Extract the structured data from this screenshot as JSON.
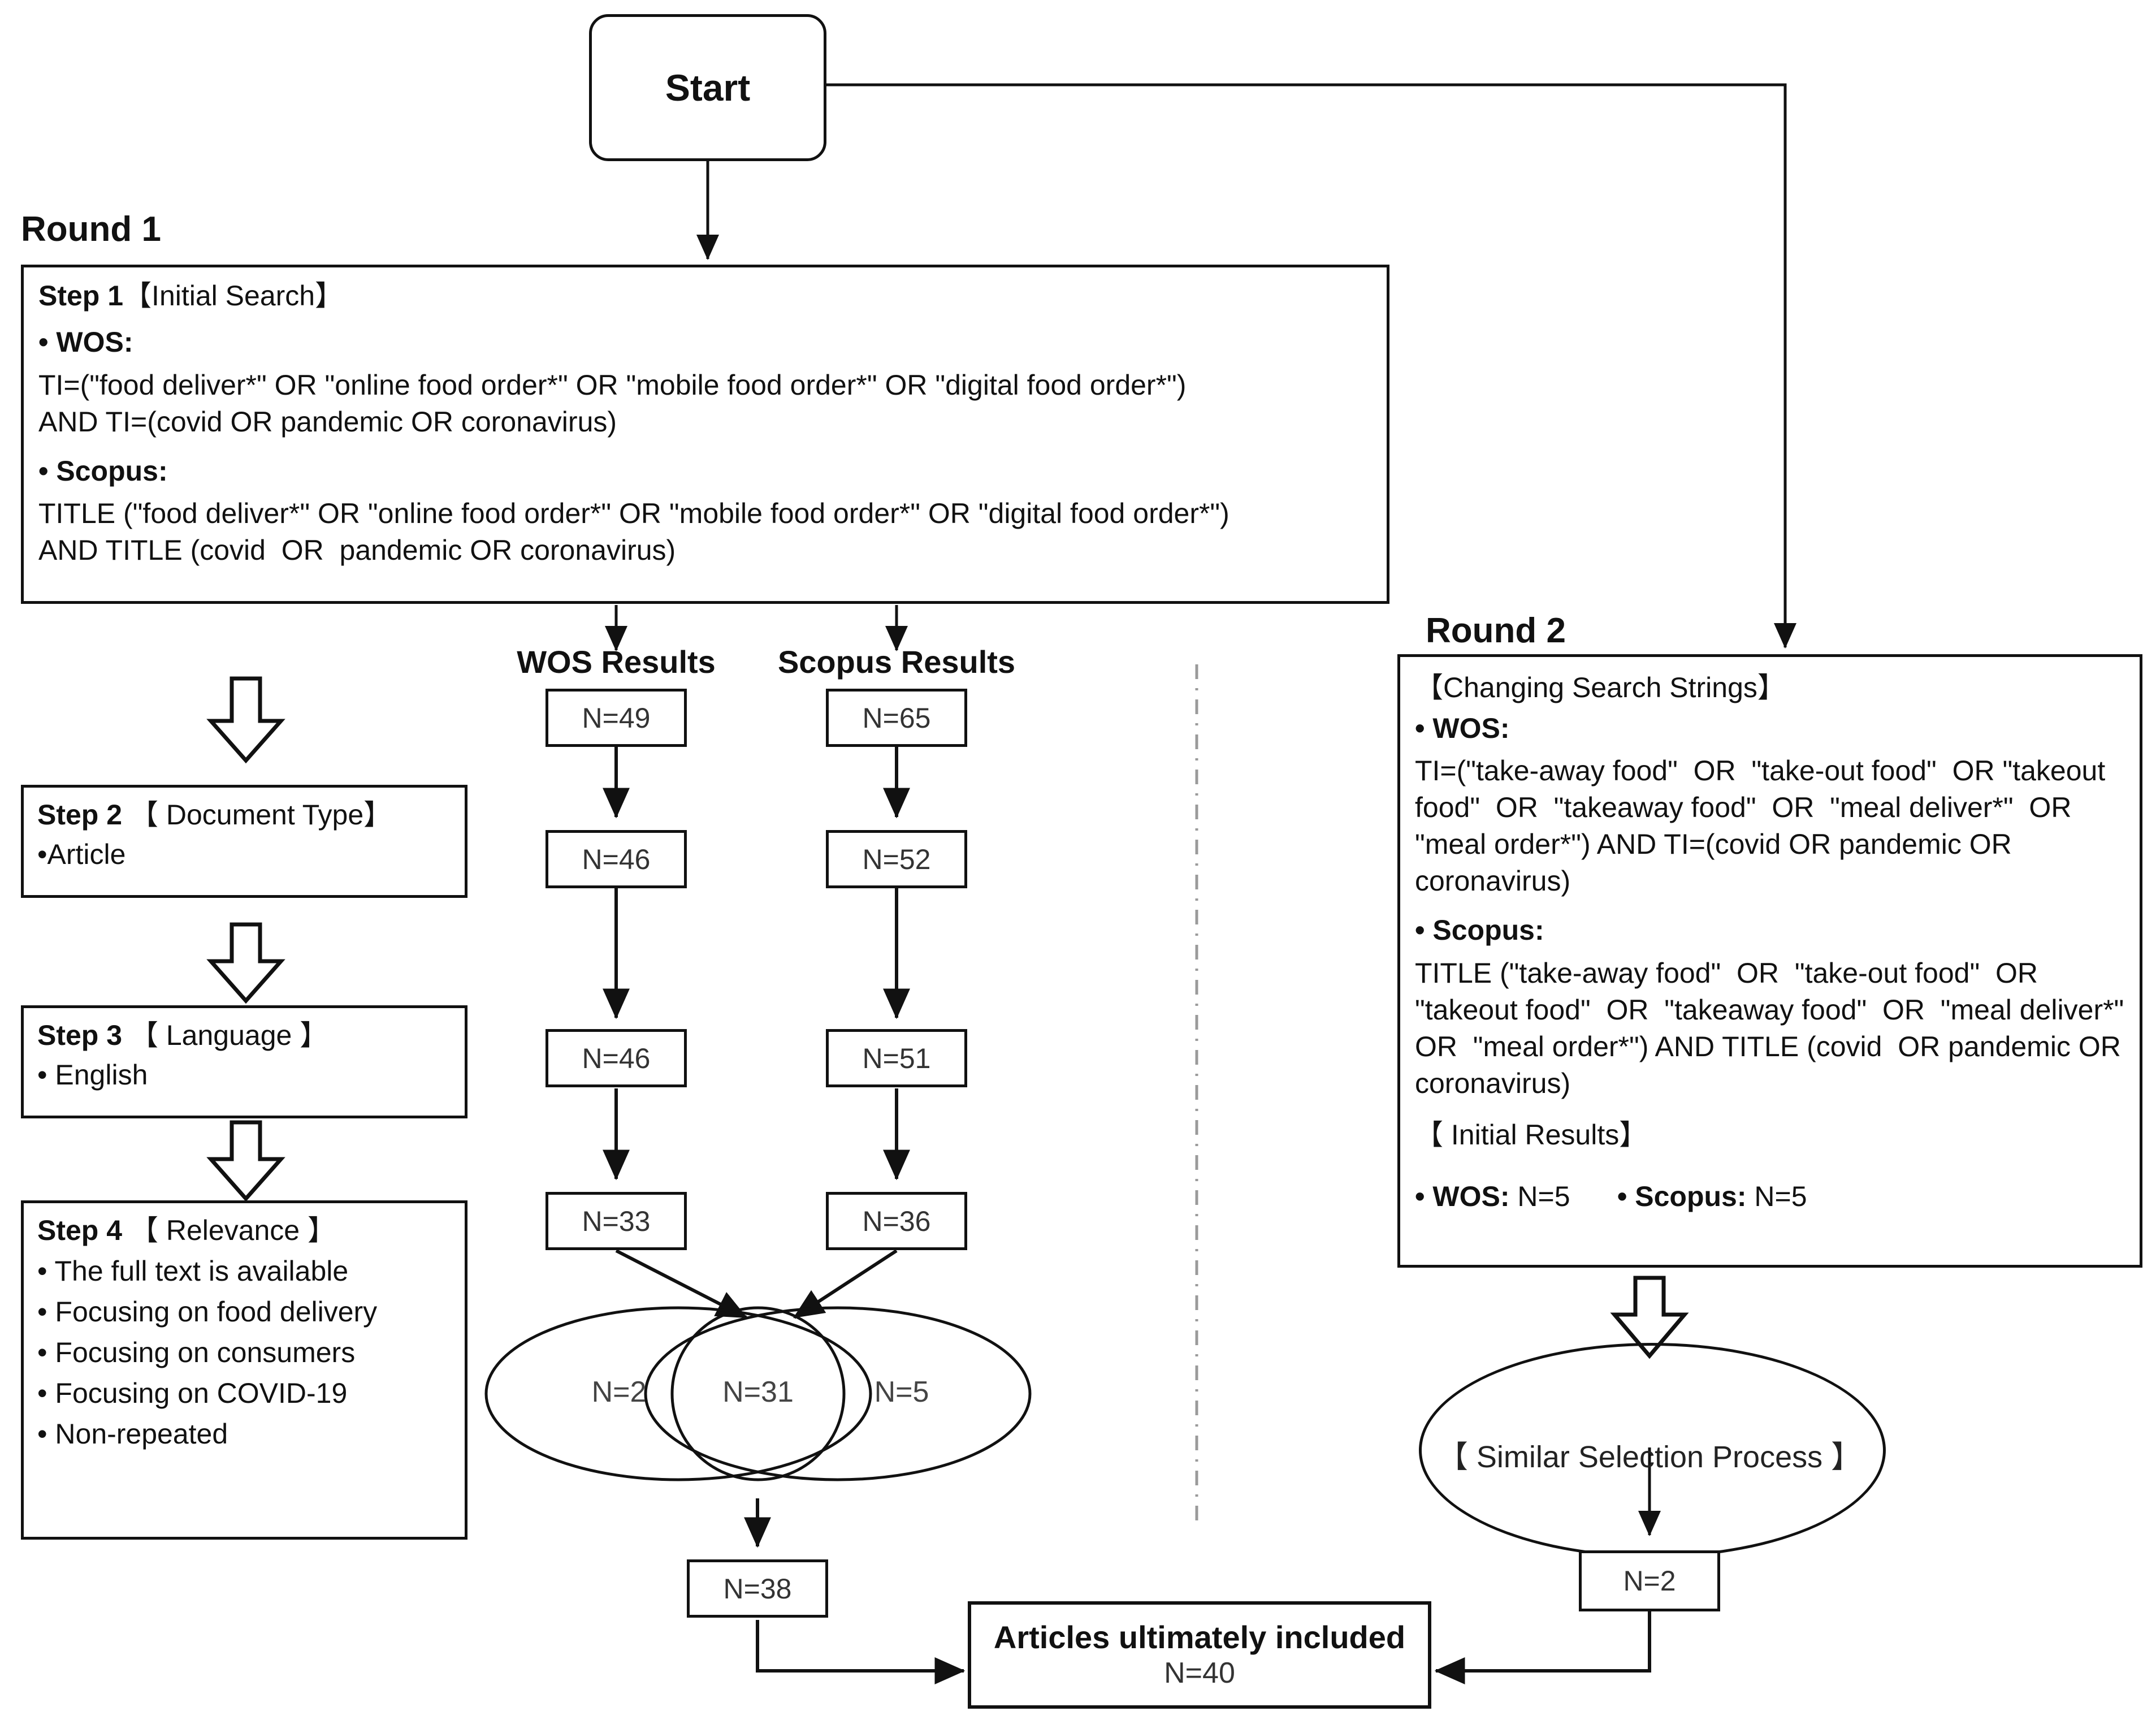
{
  "start": {
    "label": "Start"
  },
  "round1": {
    "label": "Round 1",
    "step1": {
      "title_bold": "Step 1",
      "title_rest": "【Initial Search】",
      "wos_head": "• WOS:",
      "wos_query": "TI=(\"food deliver*\" OR \"online food order*\" OR \"mobile food order*\" OR \"digital food order*\")\nAND TI=(covid OR pandemic OR coronavirus)",
      "scopus_head": "• Scopus:",
      "scopus_query": "TITLE (\"food deliver*\" OR \"online food order*\" OR \"mobile food order*\" OR \"digital food order*\")\nAND TITLE (covid  OR  pandemic OR coronavirus)"
    },
    "step2": {
      "title_bold": "Step 2",
      "title_rest": "【 Document Type】",
      "bullets": [
        "•Article"
      ]
    },
    "step3": {
      "title_bold": "Step 3",
      "title_rest": "【 Language 】",
      "bullets": [
        "• English"
      ]
    },
    "step4": {
      "title_bold": "Step 4",
      "title_rest": "【 Relevance 】",
      "bullets": [
        "• The full text is available",
        "• Focusing on food delivery",
        "• Focusing on consumers",
        "• Focusing on COVID-19",
        "• Non-repeated"
      ]
    }
  },
  "round2": {
    "label": "Round 2",
    "panel_title": "【Changing Search Strings】",
    "wos_head": "• WOS:",
    "wos_query": "TI=(\"take-away food\"  OR  \"take-out food\"  OR \"takeout food\"  OR  \"takeaway food\"  OR  \"meal deliver*\"  OR  \"meal order*\") AND TI=(covid OR pandemic OR coronavirus)",
    "scopus_head": "• Scopus:",
    "scopus_query": "TITLE (\"take-away food\"  OR  \"take-out food\"  OR \"takeout food\"  OR  \"takeaway food\"  OR  \"meal deliver*\"  OR  \"meal order*\") AND TITLE (covid  OR pandemic OR coronavirus)",
    "initial_results_title": "【 Initial Results】",
    "initial_wos_label": "• WOS:",
    "initial_wos_value": "N=5",
    "initial_scopus_label": "• Scopus:",
    "initial_scopus_value": "N=5",
    "similar_process": "【 Similar Selection Process 】",
    "result_box": "N=2"
  },
  "columns": {
    "wos_header": "WOS Results",
    "scopus_header": "Scopus Results",
    "wos_counts": [
      "N=49",
      "N=46",
      "N=46",
      "N=33"
    ],
    "scopus_counts": [
      "N=65",
      "N=52",
      "N=51",
      "N=36"
    ]
  },
  "venn": {
    "left_only": "N=2",
    "overlap": "N=31",
    "right_only": "N=5",
    "merged": "N=38"
  },
  "final": {
    "title": "Articles ultimately included",
    "count": "N=40"
  },
  "chart_data": {
    "type": "table",
    "title": "PRISMA-style literature selection flowchart",
    "screening_funnel": {
      "steps": [
        "Step 1 Initial Search",
        "Step 2 Document Type",
        "Step 3 Language",
        "Step 4 Relevance"
      ],
      "series": [
        {
          "name": "WOS Results",
          "values": [
            49,
            46,
            46,
            33
          ]
        },
        {
          "name": "Scopus Results",
          "values": [
            65,
            52,
            51,
            36
          ]
        }
      ]
    },
    "venn": {
      "wos_only": 2,
      "overlap": 31,
      "scopus_only": 5,
      "union": 38
    },
    "round2": {
      "wos_initial": 5,
      "scopus_initial": 5,
      "selected": 2
    },
    "total_included": 40
  }
}
